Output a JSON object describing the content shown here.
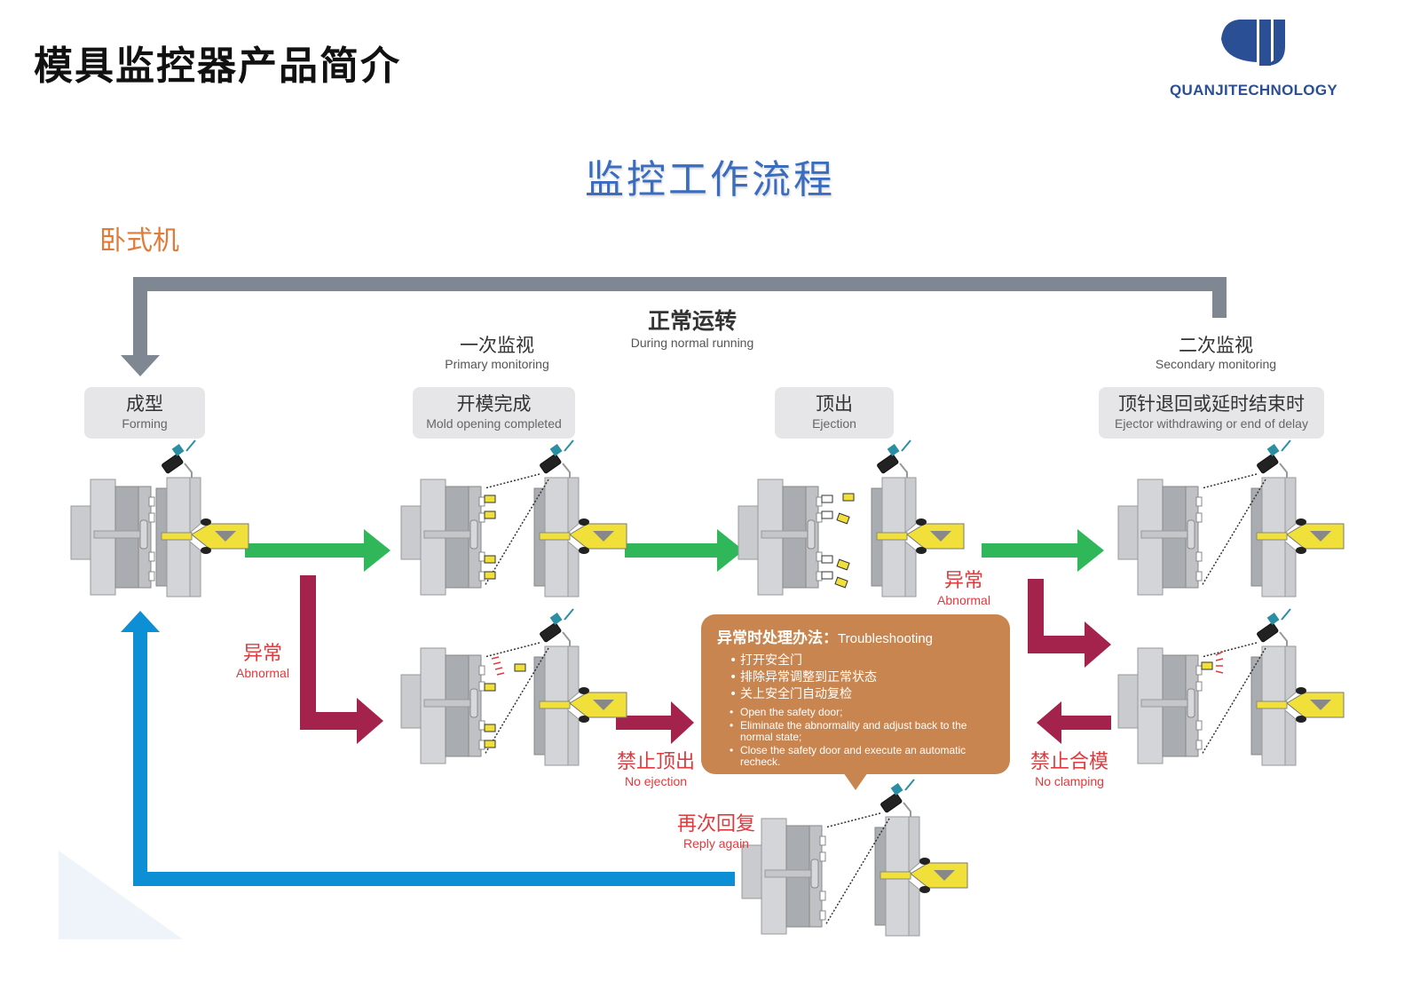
{
  "page_title": "模具监控器产品简介",
  "brand": {
    "name": "QUANJITECHNOLOGY",
    "color": "#2b4f94"
  },
  "section_title": "监控工作流程",
  "machine_type": "卧式机",
  "colors": {
    "normal_arrow": "#2fb75a",
    "abnormal_arrow": "#a3234c",
    "return_arrow": "#0d8fd6",
    "loop_arrow": "#7e8792",
    "alert_text": "#e03a3e",
    "trouble_box": "#c98550",
    "part_yellow": "#f2e03a"
  },
  "normal_running": {
    "zh": "正常运转",
    "en": "During normal running"
  },
  "monitor_stages": [
    {
      "zh": "一次监视",
      "en": "Primary monitoring"
    },
    {
      "zh": "二次监视",
      "en": "Secondary monitoring"
    }
  ],
  "steps": [
    {
      "zh": "成型",
      "en": "Forming"
    },
    {
      "zh": "开模完成",
      "en": "Mold opening completed"
    },
    {
      "zh": "顶出",
      "en": "Ejection"
    },
    {
      "zh": "顶针退回或延时结束时",
      "en": "Ejector withdrawing or end of delay"
    }
  ],
  "abnormal_labels": [
    {
      "zh": "异常",
      "en": "Abnormal"
    },
    {
      "zh": "异常",
      "en": "Abnormal"
    }
  ],
  "actions": {
    "no_ejection": {
      "zh": "禁止顶出",
      "en": "No ejection"
    },
    "no_clamping": {
      "zh": "禁止合模",
      "en": "No clamping"
    },
    "reply_again": {
      "zh": "再次回复",
      "en": "Reply again"
    }
  },
  "troubleshooting": {
    "title_zh": "异常时处理办法：",
    "title_en": "Troubleshooting",
    "steps_zh": [
      "打开安全门",
      "排除异常调整到正常状态",
      "关上安全门自动复检"
    ],
    "steps_en": [
      "Open the safety door;",
      "Eliminate the abnormality and adjust back to the normal state;",
      "Close the safety door and execute an automatic recheck."
    ]
  },
  "machines": [
    {
      "id": "forming",
      "state": "closed",
      "camera_view": false
    },
    {
      "id": "mold-open",
      "state": "open-parts",
      "camera_view": true
    },
    {
      "id": "ejection",
      "state": "ejecting",
      "camera_view": false
    },
    {
      "id": "secondary",
      "state": "open-empty",
      "camera_view": true
    },
    {
      "id": "primary-abnormal",
      "state": "open-defect",
      "camera_view": true
    },
    {
      "id": "secondary-abnormal",
      "state": "open-stuck",
      "camera_view": true
    },
    {
      "id": "recheck",
      "state": "open-empty",
      "camera_view": true
    }
  ]
}
